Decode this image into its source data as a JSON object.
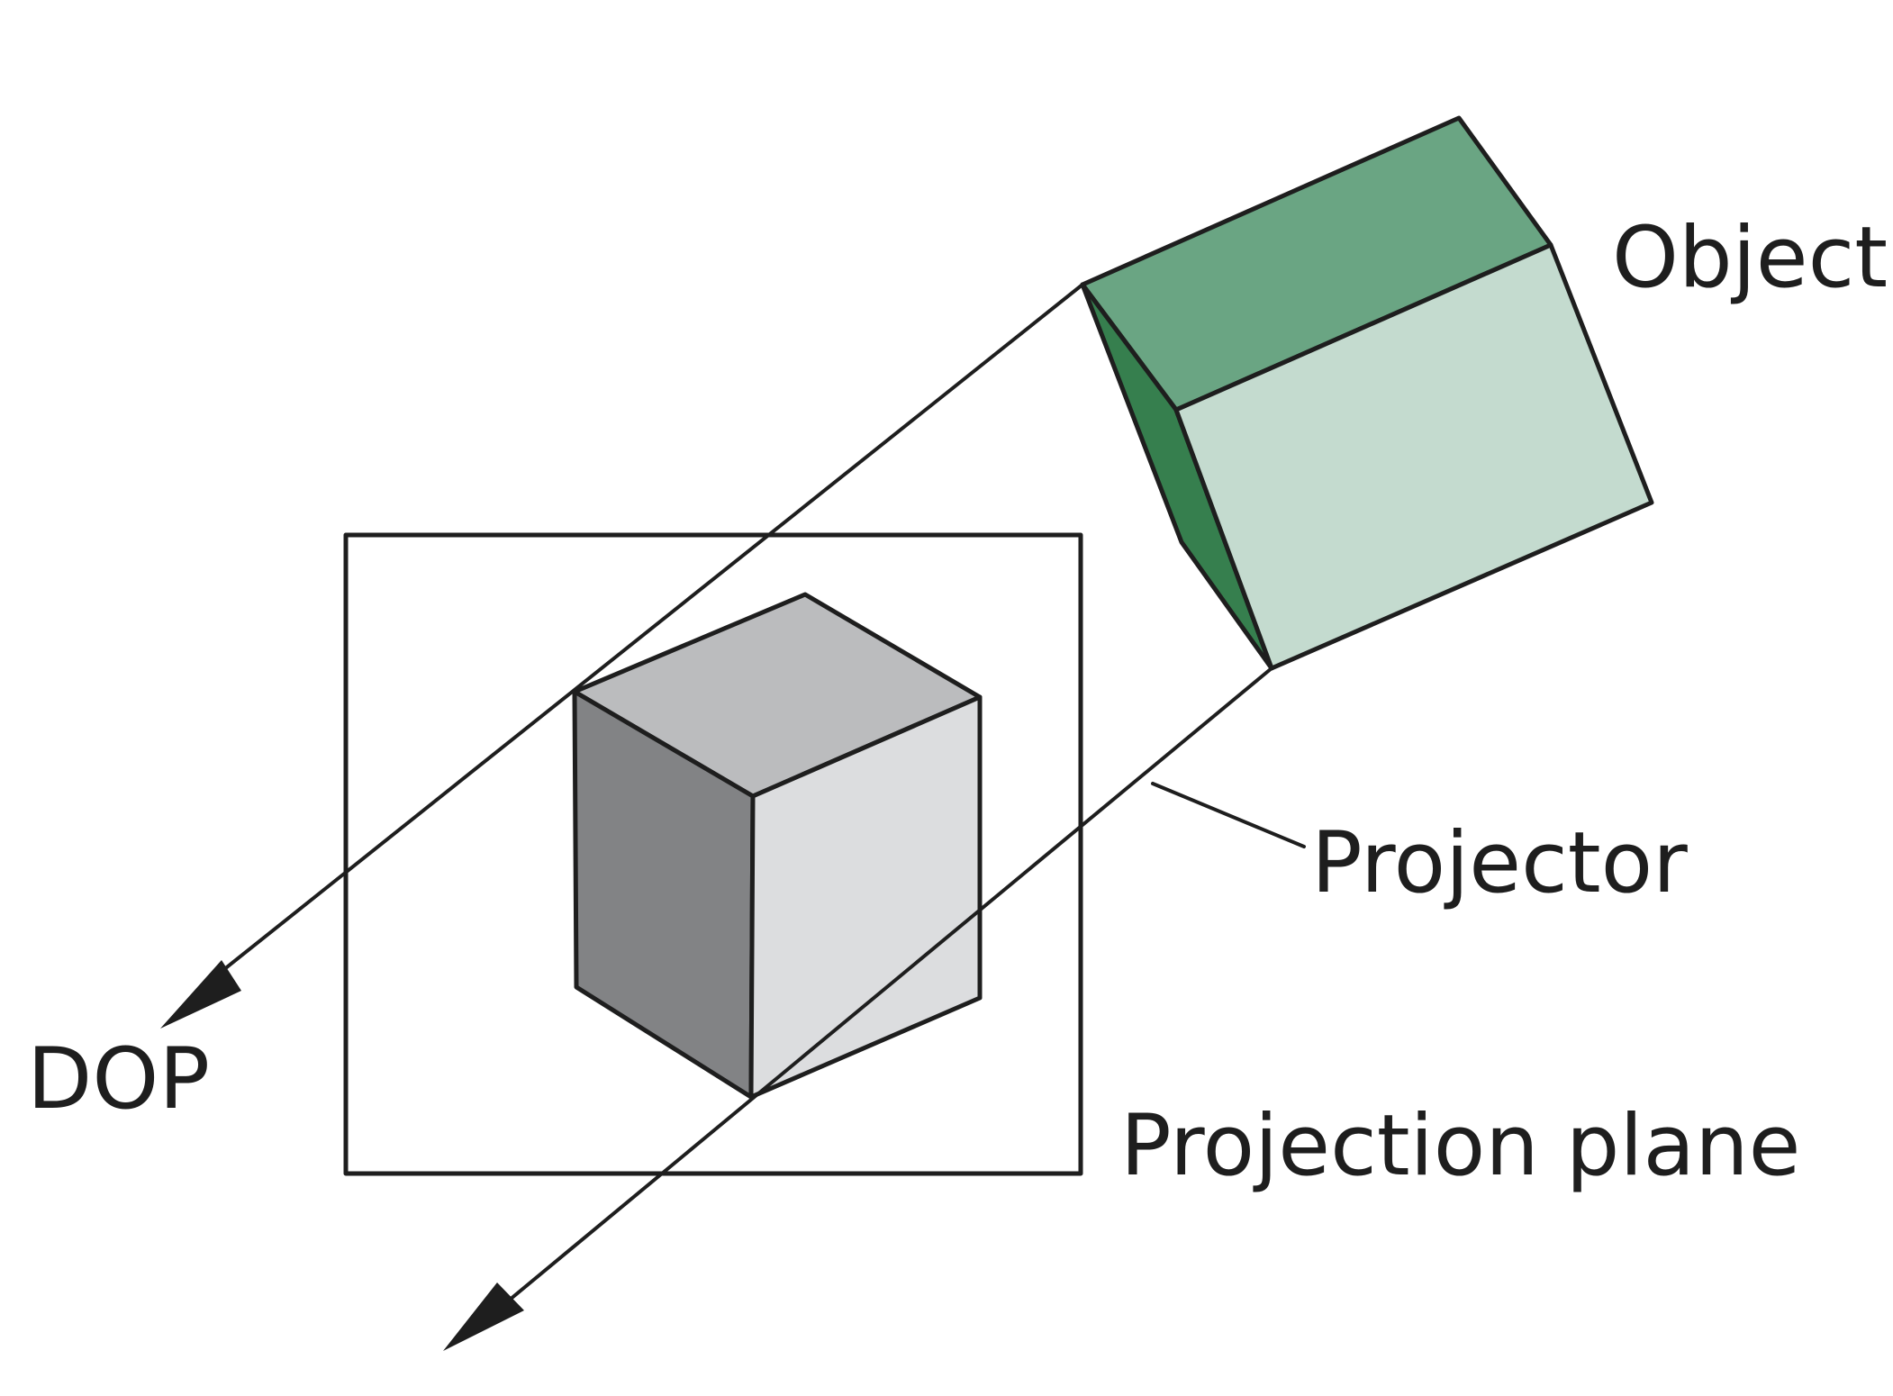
{
  "labels": {
    "object": "Object",
    "projector": "Projector",
    "dop": "DOP",
    "projection_plane": "Projection plane"
  },
  "colors": {
    "object_top": "#6aa583",
    "object_side_dark": "#367f4e",
    "object_front": "#c4dbcf",
    "projected_top": "#bbbcbe",
    "projected_left": "#828385",
    "projected_right": "#dcdddf",
    "stroke": "#1e1e1e",
    "background": "#ffffff"
  }
}
